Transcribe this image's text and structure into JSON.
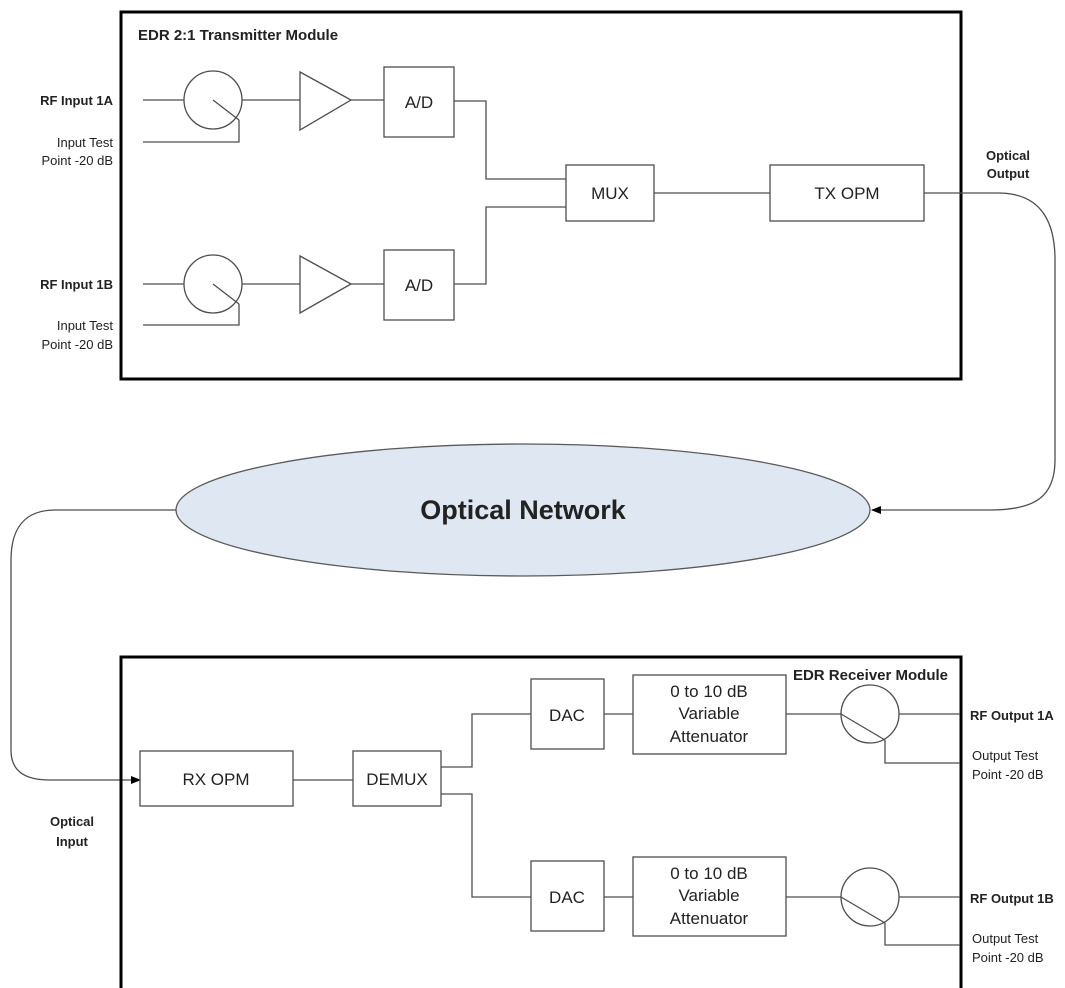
{
  "transmitter": {
    "title": "EDR 2:1 Transmitter Module",
    "channel_a": {
      "input_label": "RF Input 1A",
      "test_point": [
        "Input Test",
        "Point -20 dB"
      ],
      "adc_label": "A/D"
    },
    "channel_b": {
      "input_label": "RF Input 1B",
      "test_point": [
        "Input Test",
        "Point -20 dB"
      ],
      "adc_label": "A/D"
    },
    "mux_label": "MUX",
    "tx_opm_label": "TX OPM",
    "optical_output_label": [
      "Optical",
      "Output"
    ]
  },
  "network": {
    "label": "Optical Network",
    "fill": "#dfe7f2"
  },
  "receiver": {
    "title": "EDR Receiver Module",
    "optical_input_label": [
      "Optical",
      "Input"
    ],
    "rx_opm_label": "RX OPM",
    "demux_label": "DEMUX",
    "channel_a": {
      "dac_label": "DAC",
      "attenuator_label": [
        "0 to 10 dB",
        "Variable",
        "Attenuator"
      ],
      "output_label": "RF Output 1A",
      "test_point": [
        "Output Test",
        "Point -20 dB"
      ]
    },
    "channel_b": {
      "dac_label": "DAC",
      "attenuator_label": [
        "0 to 10 dB",
        "Variable",
        "Attenuator"
      ],
      "output_label": "RF Output 1B",
      "test_point": [
        "Output Test",
        "Point -20 dB"
      ]
    }
  }
}
